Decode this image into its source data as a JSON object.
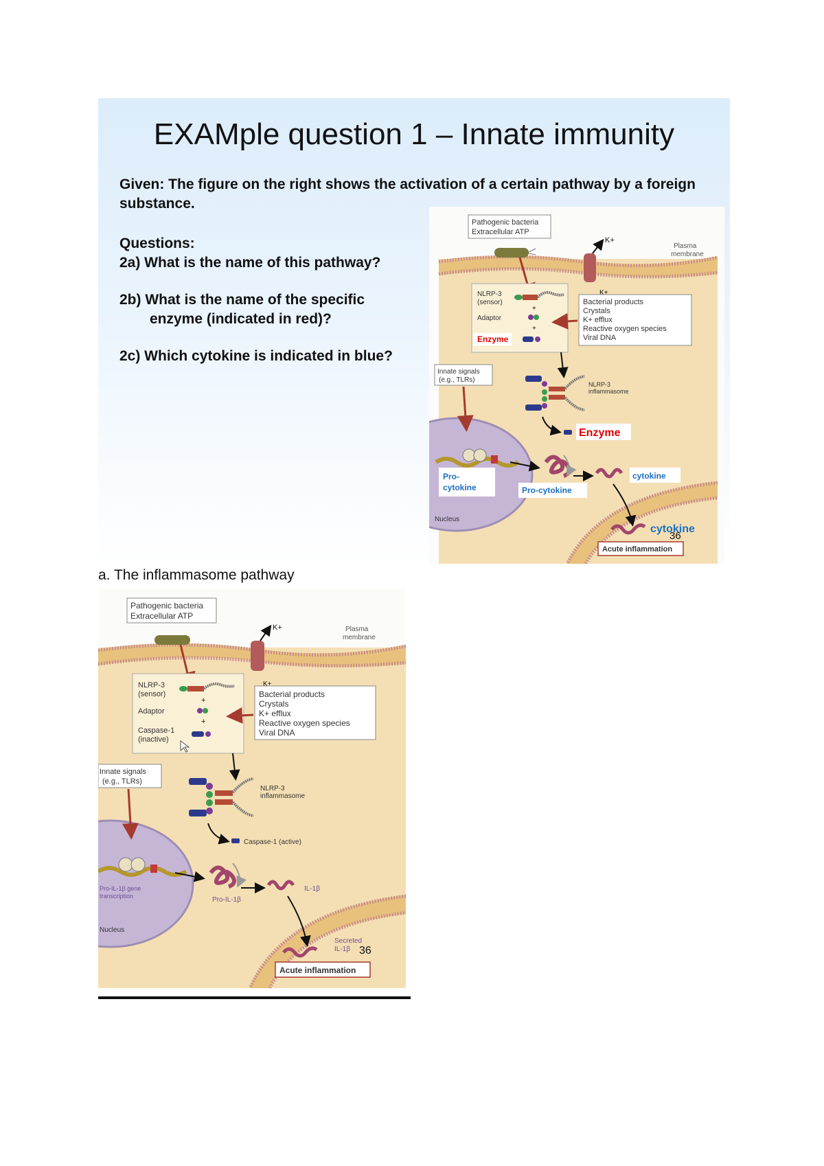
{
  "slide": {
    "title": "EXAMple question 1 – Innate immunity",
    "given": "Given: The figure on the right shows the activation of a certain pathway by a foreign substance.",
    "questions_label": "Questions:",
    "q2a": "2a) What is the name of this pathway?",
    "q2b_line1": "2b) What is the name of the specific",
    "q2b_line2": "enzyme (indicated in red)?",
    "q2c": "2c) Which cytokine is indicated in blue?"
  },
  "figure_question": {
    "top_box": [
      "Pathogenic bacteria",
      "Extracellular ATP"
    ],
    "k_out": "K+",
    "k_in": "K+",
    "plasma_membrane": [
      "Plasma",
      "membrane"
    ],
    "nlrp3_sensor": [
      "NLRP-3",
      "(sensor)"
    ],
    "adaptor": "Adaptor",
    "enzyme_small": "Enzyme",
    "plus": "+",
    "triggers": [
      "Bacterial products",
      "Crystals",
      "K+ efflux",
      "Reactive oxygen species",
      "Viral DNA"
    ],
    "innate_signals": [
      "Innate signals",
      "(e.g., TLRs)"
    ],
    "inflammasome": [
      "NLRP-3",
      "inflammasome"
    ],
    "enzyme_large": "Enzyme",
    "pro_cytokine_box": [
      "Pro-",
      "cytokine"
    ],
    "pro_cytokine": "Pro-cytokine",
    "cytokine": "cytokine",
    "cytokine_secreted": "cytokine",
    "nucleus": "Nucleus",
    "page_no": "36",
    "acute": "Acute inflammation"
  },
  "answer": "a. The inflammasome pathway",
  "figure_answer": {
    "top_box": [
      "Pathogenic bacteria",
      "Extracellular ATP"
    ],
    "k_out": "K+",
    "k_in": "K+",
    "plasma_membrane": [
      "Plasma",
      "membrane"
    ],
    "nlrp3_sensor": [
      "NLRP-3",
      "(sensor)"
    ],
    "adaptor": "Adaptor",
    "caspase_inactive": [
      "Caspase-1",
      "(inactive)"
    ],
    "plus": "+",
    "triggers": [
      "Bacterial products",
      "Crystals",
      "K+ efflux",
      "Reactive oxygen species",
      "Viral DNA"
    ],
    "innate_signals": [
      "Innate signals",
      "(e.g., TLRs)"
    ],
    "inflammasome": [
      "NLRP-3",
      "inflammasome"
    ],
    "caspase_active": "Caspase-1 (active)",
    "pro_il_transcription": [
      "Pro-IL-1β gene",
      "transcription"
    ],
    "pro_il": "Pro-IL-1β",
    "il1b": "IL-1β",
    "secreted": [
      "Secreted",
      "IL-1β"
    ],
    "nucleus": "Nucleus",
    "page_no": "36",
    "acute": "Acute inflammation"
  },
  "colors": {
    "membrane_fill": "#e8c27c",
    "membrane_band": "#c98e8e",
    "cytoplasm": "#f4dfb4",
    "nucleus": "#c6b6d6",
    "arrow_red": "#a53a2e",
    "enzyme_red": "#e00000",
    "cytokine_blue": "#1c6fc1",
    "il_purple": "#a2456b"
  }
}
